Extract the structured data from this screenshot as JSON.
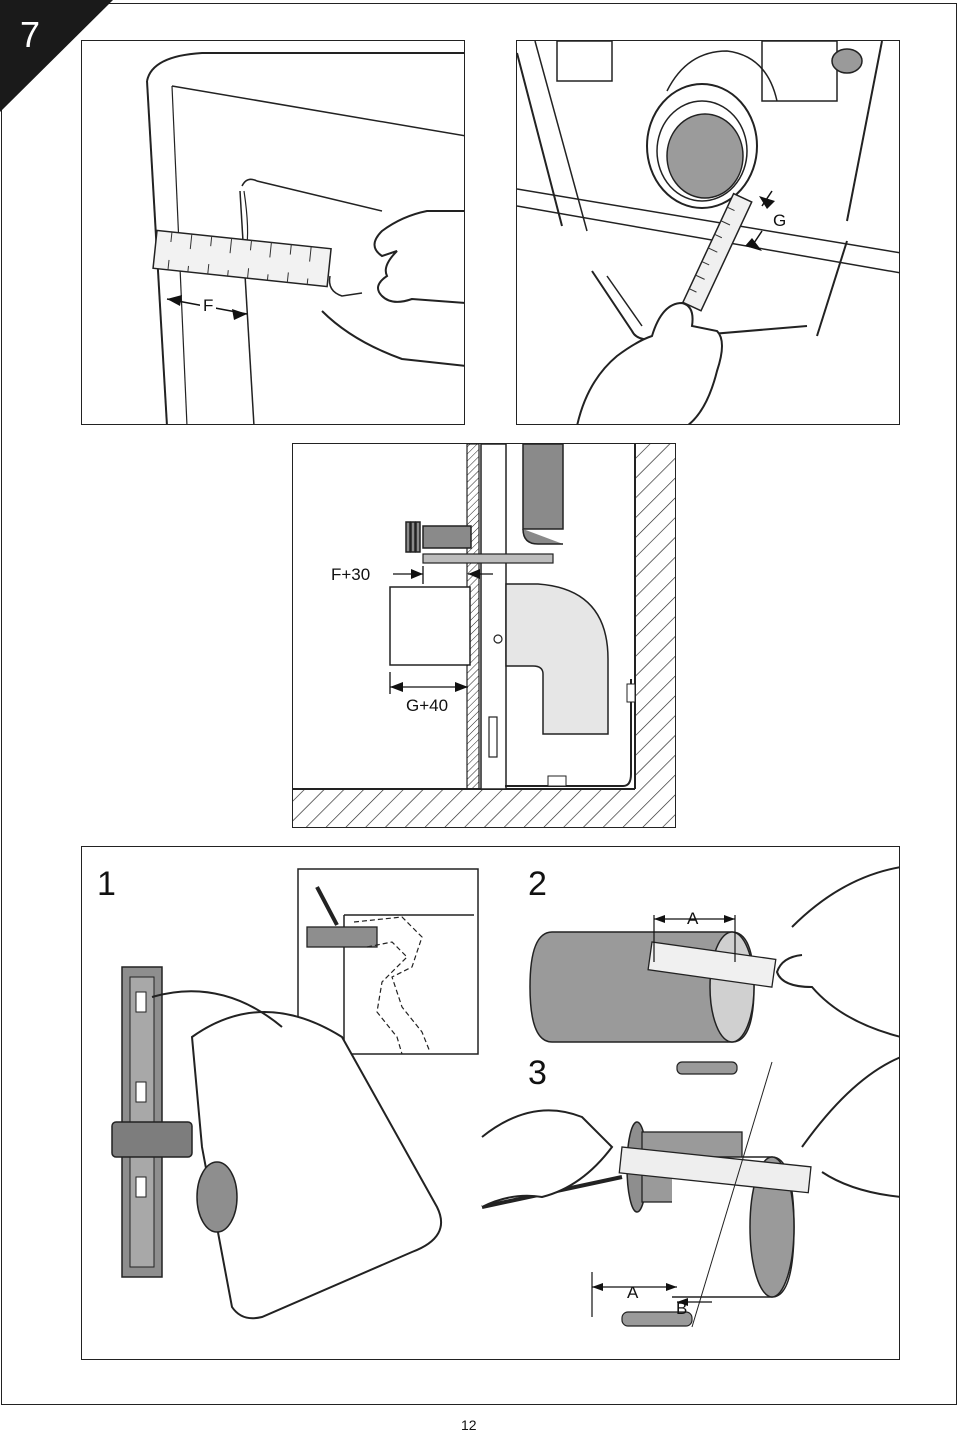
{
  "step_badge": "7",
  "panels": {
    "top_left": {
      "dimension_label": "F"
    },
    "top_right": {
      "dimension_label": "G"
    },
    "middle": {
      "offset_label_1": "F+30",
      "offset_label_2": "G+40"
    },
    "bottom": {
      "substeps": [
        "1",
        "2",
        "3"
      ],
      "dim_a_top": "A",
      "dim_a_bottom": "A",
      "dim_b": "B"
    }
  },
  "page_number": "12"
}
